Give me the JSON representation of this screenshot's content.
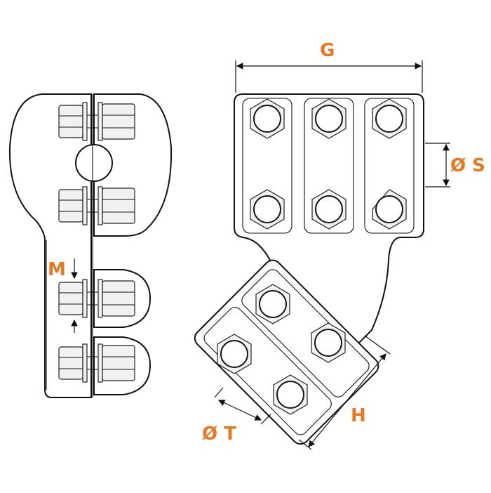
{
  "labels": {
    "g": "G",
    "s": "Ø S",
    "m": "M",
    "t": "Ø T",
    "h": "H"
  },
  "colors": {
    "label": "#e87722",
    "line": "#111111",
    "fill": "#ffffff"
  },
  "icons": {
    "hex_nut": "hex-nut-icon"
  }
}
